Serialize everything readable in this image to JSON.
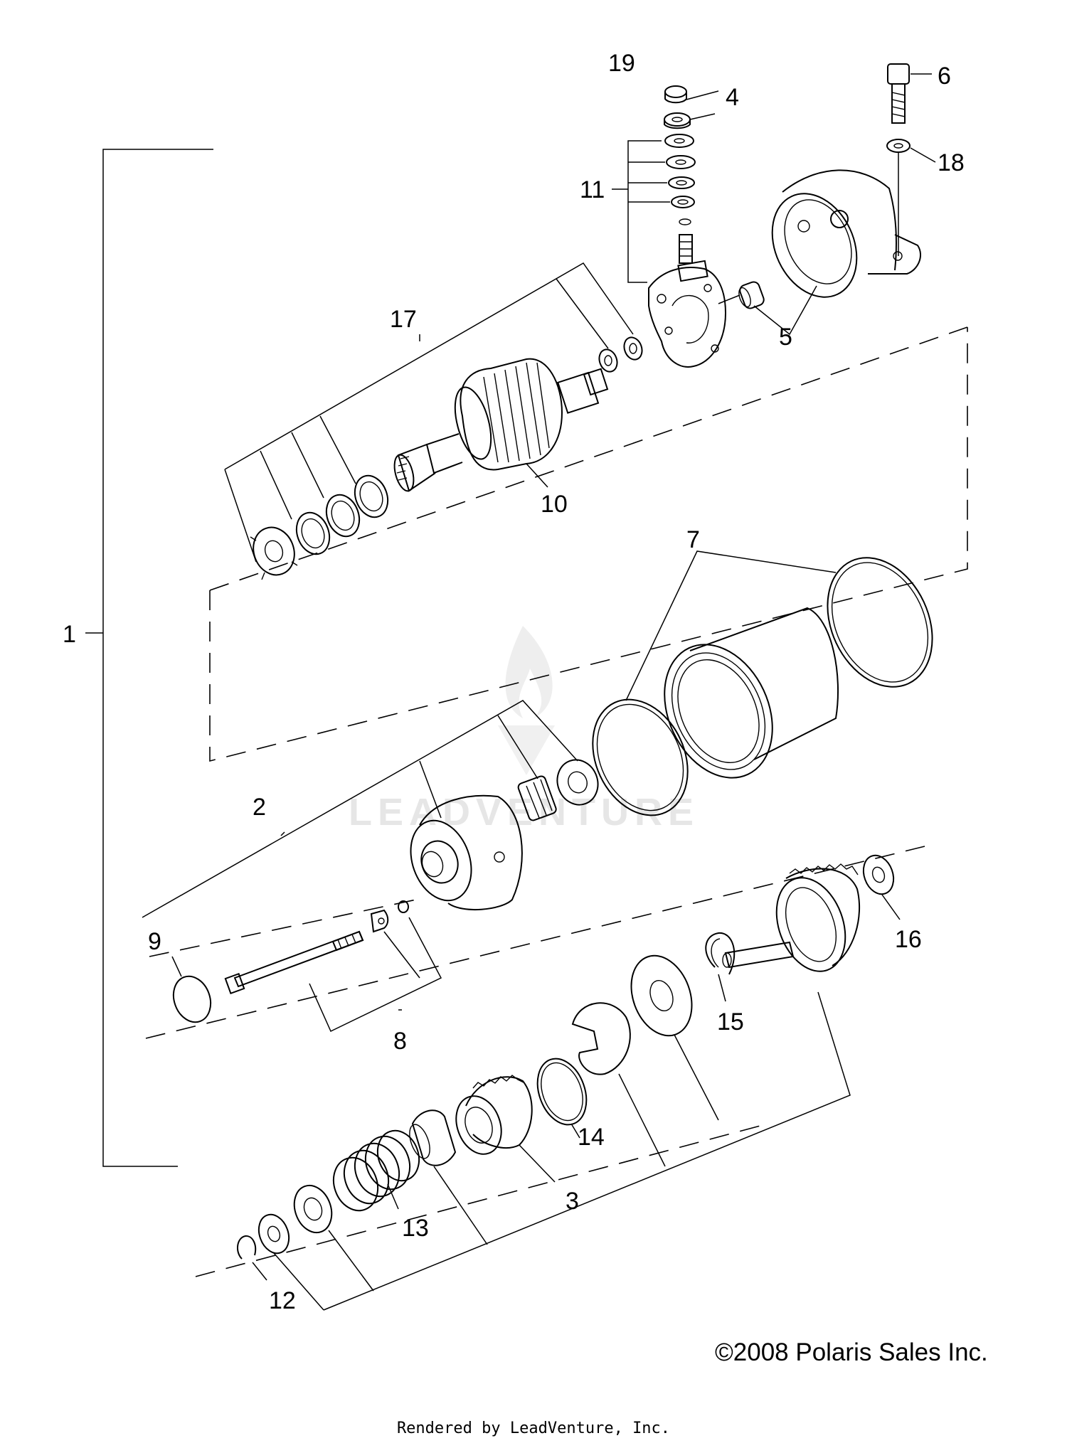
{
  "callouts": {
    "c1": "1",
    "c2": "2",
    "c3": "3",
    "c4": "4",
    "c5": "5",
    "c6": "6",
    "c7": "7",
    "c8": "8",
    "c9": "9",
    "c10": "10",
    "c11": "11",
    "c12": "12",
    "c13": "13",
    "c14": "14",
    "c15": "15",
    "c16": "16",
    "c17": "17",
    "c18": "18",
    "c19": "19"
  },
  "watermark": "LEADVENTURE",
  "copyright": "©2008 Polaris Sales Inc.",
  "rendered_by": "Rendered by LeadVenture, Inc."
}
